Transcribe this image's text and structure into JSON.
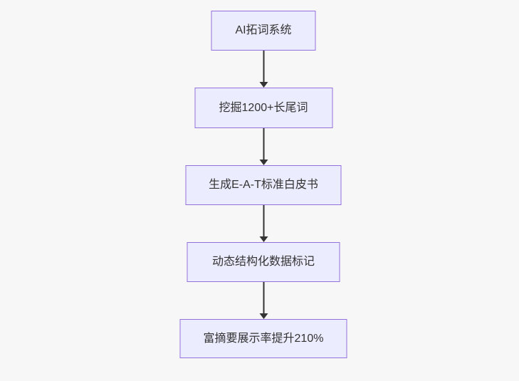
{
  "diagram": {
    "type": "flowchart",
    "direction": "top-down",
    "nodes": [
      {
        "id": "A",
        "label": "AI拓词系统"
      },
      {
        "id": "B",
        "label": "挖掘1200+长尾词"
      },
      {
        "id": "C",
        "label": "生成E-A-T标准白皮书"
      },
      {
        "id": "D",
        "label": "动态结构化数据标记"
      },
      {
        "id": "E",
        "label": "富摘要展示率提升210%"
      }
    ],
    "edges": [
      {
        "from": "A",
        "to": "B",
        "label": ""
      },
      {
        "from": "B",
        "to": "C",
        "label": ""
      },
      {
        "from": "C",
        "to": "D",
        "label": ""
      },
      {
        "from": "D",
        "to": "E",
        "label": ""
      }
    ],
    "colors": {
      "background": "#f7f7f7",
      "node_fill": "#ECECFF",
      "node_border": "#9370DB",
      "text": "#333333",
      "arrow": "#333333"
    }
  }
}
